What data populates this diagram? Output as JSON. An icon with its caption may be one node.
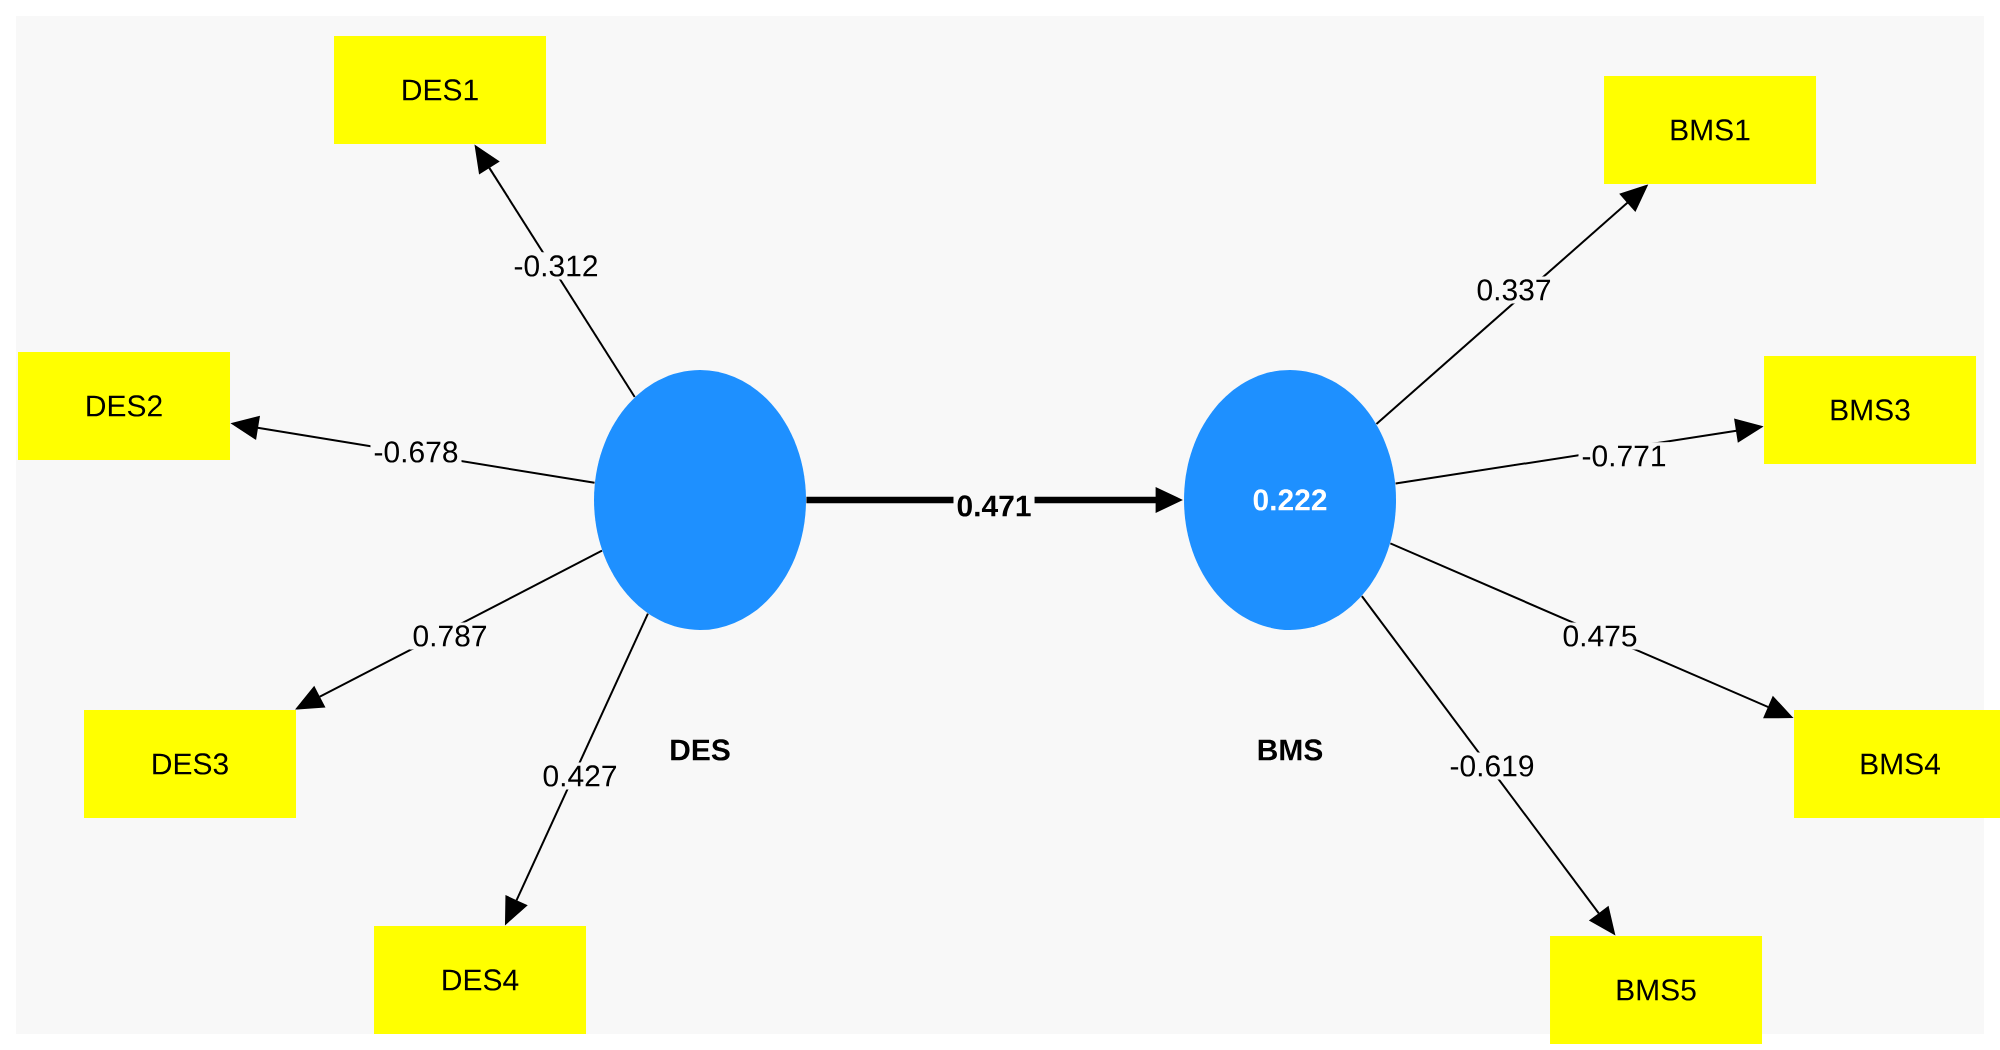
{
  "diagram": {
    "nodes": [
      {
        "text": [],
        "shape": "circle",
        "beside": [
          "DES"
        ]
      },
      {
        "text": [
          "0.222"
        ],
        "beside": [
          "BMS"
        ]
      },
      {
        "text": [
          "DES1"
        ]
      },
      {
        "text": [
          "DES2"
        ]
      },
      {
        "text": [
          "DES3"
        ]
      },
      {
        "text": [
          "DES4"
        ]
      },
      {
        "text": [
          "BMS1"
        ]
      },
      {
        "text": [
          "BMS3"
        ]
      },
      {
        "text": [
          "BMS4"
        ]
      },
      {
        "text": [
          "BMS5"
        ]
      }
    ],
    "edges": [
      {
        "from": 0,
        "to": 2,
        "arrow": "to",
        "label": "-0.312"
      },
      {
        "from": 0,
        "to": 3,
        "arrow": "to",
        "label": "-0.678"
      },
      {
        "from": 0,
        "to": 4,
        "arrow": "to",
        "label": "0.787"
      },
      {
        "from": 0,
        "to": 5,
        "arrow": "to",
        "label": "0.427"
      },
      {
        "from": 0,
        "to": 1,
        "arrow": "to",
        "label": "0.471",
        "style": "thick"
      },
      {
        "from": 1,
        "to": 6,
        "arrow": "to",
        "label": "0.337"
      },
      {
        "from": 1,
        "to": 7,
        "arrow": "to",
        "label": "-0.771"
      },
      {
        "from": 1,
        "to": 8,
        "arrow": "to",
        "label": "0.475"
      },
      {
        "from": 1,
        "to": 9,
        "arrow": "to",
        "label": "-0.619"
      }
    ]
  }
}
